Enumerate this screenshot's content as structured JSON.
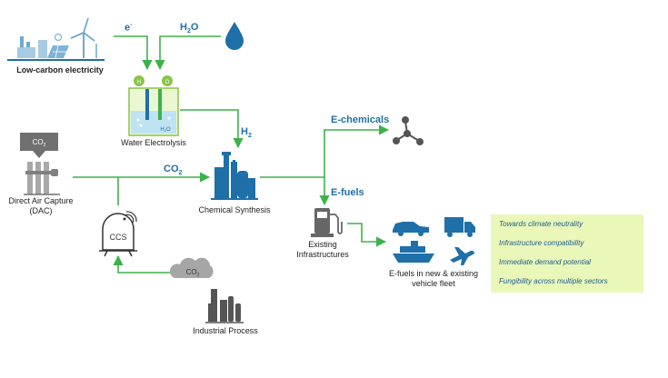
{
  "nodes": {
    "electricity": "Low-carbon electricity",
    "electrolysis": "Water Electrolysis",
    "dac": "Direct Air Capture\n(DAC)",
    "synthesis": "Chemical Synthesis",
    "ccs": "CCS",
    "industrial": "Industrial Process",
    "infrastructure": "Existing\nInfrastructures",
    "fleet": "E-fuels in new & existing\nvehicle fleet"
  },
  "flows": {
    "electron": "e",
    "electron_sup": "-",
    "water": "H",
    "water_sub": "2",
    "water_tail": "O",
    "hydrogen": "H",
    "hydrogen_sub": "2",
    "co2": "CO",
    "co2_sub": "2",
    "echemicals": "E-chemicals",
    "efuels": "E-fuels"
  },
  "icons": {
    "dac_co2": "CO",
    "dac_co2_sub": "2",
    "cloud_co2": "CO",
    "cloud_co2_sub": "2",
    "electrode_left": "H",
    "electrode_right": "O",
    "tank_label": "H",
    "tank_label_sub": "2",
    "tank_label_tail": "O"
  },
  "benefits": [
    "Towards climate neutrality",
    "Infrastructure compatibility",
    "Immediate demand potential",
    "Fungibility across multiple sectors"
  ],
  "colors": {
    "arrow_green": "#3cb24a",
    "icon_blue": "#1f6fa8",
    "icon_gray": "#707070",
    "benefit_bg": "#e9f7b9"
  }
}
